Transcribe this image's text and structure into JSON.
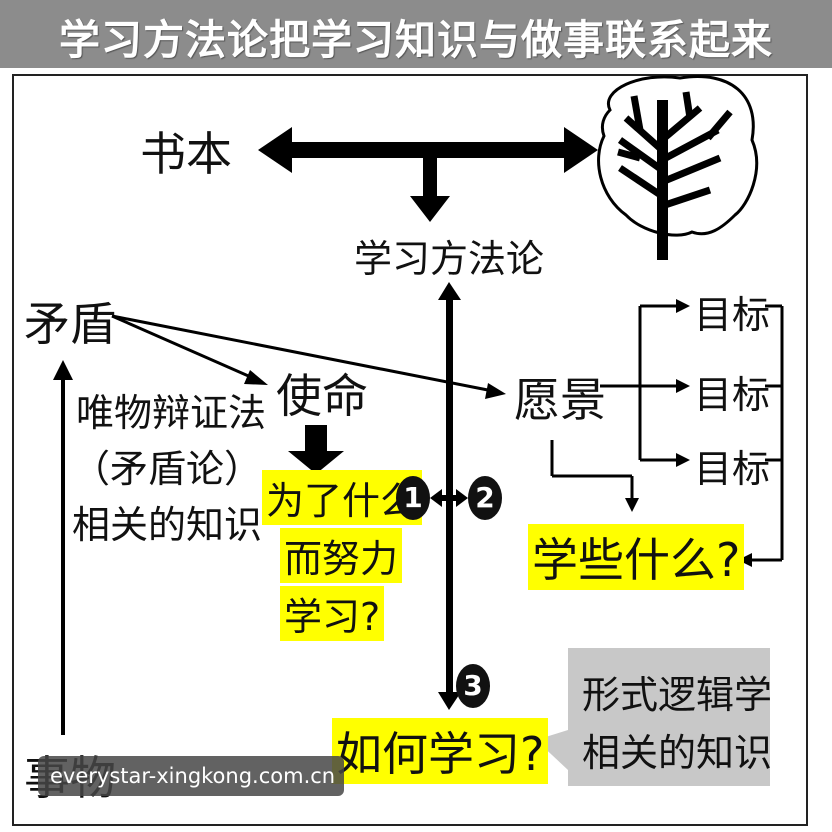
{
  "title": "学习方法论把学习知识与做事联系起来",
  "nodes": {
    "book": "书本",
    "methodology": "学习方法论",
    "contradiction": "矛盾",
    "dialectics": [
      "唯物辩证法",
      "（矛盾论）",
      "相关的知识"
    ],
    "mission": "使命",
    "why": [
      "为了什么",
      "而努力",
      "学习?"
    ],
    "vision": "愿景",
    "goals": [
      "目标",
      "目标",
      "目标"
    ],
    "what": "学些什么?",
    "how": "如何学习?",
    "logic": [
      "形式逻辑学",
      "相关的知识"
    ],
    "things": "事物"
  },
  "badges": [
    "1",
    "2",
    "3"
  ],
  "watermark": "everystar-xingkong.com.cn",
  "colors": {
    "highlight": "#ffff00",
    "title_bar": "#8c8c8c",
    "gray_box": "#c8c8c8"
  },
  "icons": [
    "tree-in-head-icon"
  ]
}
